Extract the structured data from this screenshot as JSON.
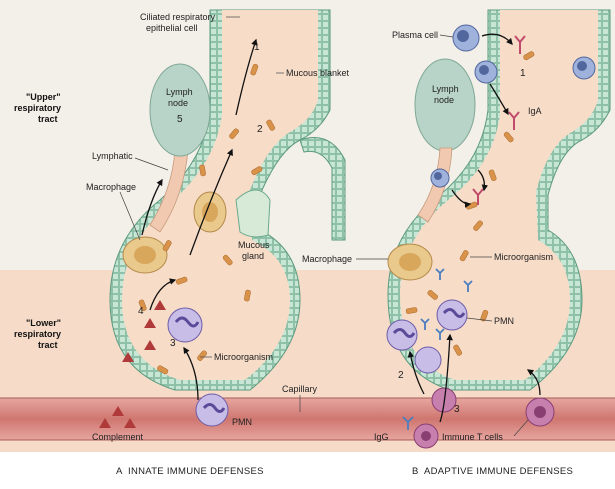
{
  "region_labels": {
    "upper": [
      "\"Upper\"",
      "respiratory",
      "tract"
    ],
    "lower": [
      "\"Lower\"",
      "respiratory",
      "tract"
    ]
  },
  "panel_a": {
    "labels": {
      "ciliated": [
        "Ciliated respiratory",
        "epithelial cell"
      ],
      "mucous_blanket": "Mucous blanket",
      "lymph_node": [
        "Lymph",
        "node"
      ],
      "lymphatic": "Lymphatic",
      "macrophage": "Macrophage",
      "mucous_gland": [
        "Mucous",
        "gland"
      ],
      "microorganism": "Microorganism",
      "capillary": "Capillary",
      "complement": "Complement",
      "pmn": "PMN"
    },
    "numbers": [
      "1",
      "2",
      "3",
      "4",
      "5"
    ],
    "caption": {
      "letter": "A",
      "text": "INNATE IMMUNE DEFENSES"
    }
  },
  "panel_b": {
    "labels": {
      "plasma_cell": "Plasma cell",
      "lymph_node": [
        "Lymph",
        "node"
      ],
      "iga": "IgA",
      "macrophage": "Macrophage",
      "microorganism": "Microorganism",
      "pmn": "PMN",
      "igg": "IgG",
      "immune_t_cells": "Immune T cells"
    },
    "numbers": [
      "1",
      "2",
      "3"
    ],
    "caption": {
      "letter": "B",
      "text": "ADAPTIVE IMMUNE DEFENSES"
    }
  },
  "colors": {
    "background_upper": "#f3efe9",
    "background_lower": "#f6dcc8",
    "airway": "#f7d9c4",
    "epithelium": "#bfe0d0",
    "lymph_node": "#b8d3c8",
    "capillary": "#d98a86",
    "microorganism": "#d9924a",
    "pmn": "#8d7cc0",
    "plasma_cell": "#7c93c8",
    "complement": "#b03a3a",
    "antibody": "#c04a6a"
  }
}
